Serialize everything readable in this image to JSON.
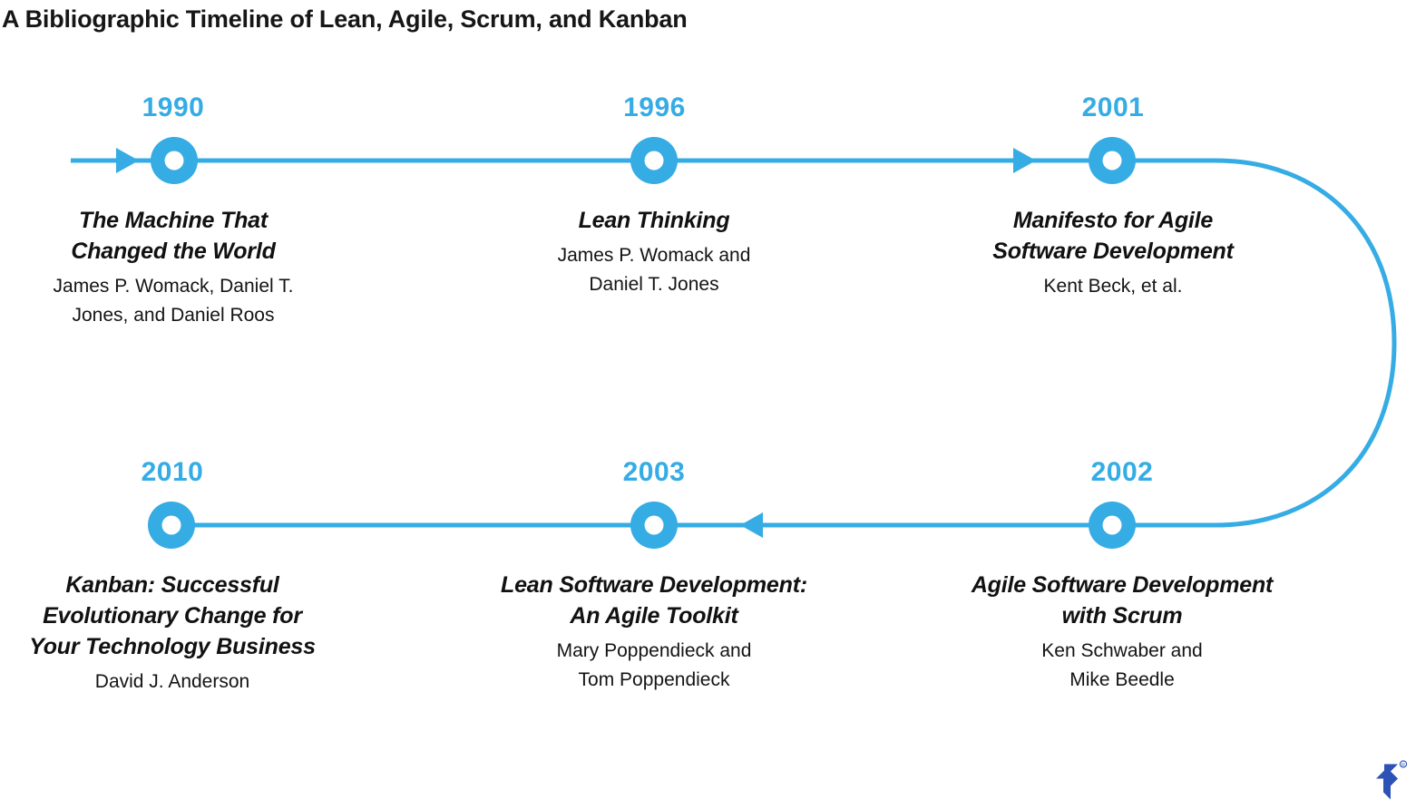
{
  "page": {
    "title": "A Bibliographic Timeline of Lean, Agile, Scrum, and Kanban",
    "background_color": "#ffffff",
    "accent_color": "#35ace4",
    "text_color": "#111111",
    "logo_color": "#2c52b5",
    "logo_name": "toptal-logo",
    "logo_trademark": "®"
  },
  "chart_data": {
    "type": "timeline",
    "title": "A Bibliographic Timeline of Lean, Agile, Scrum, and Kanban",
    "orientation": "serpentine-two-row",
    "accent_color": "#35ace4",
    "flow_order": [
      "1990",
      "1996",
      "2001",
      "2002",
      "2003",
      "2010"
    ],
    "rows": [
      {
        "row": "top",
        "direction": "left-to-right",
        "years": [
          "1990",
          "1996",
          "2001"
        ]
      },
      {
        "row": "bottom",
        "direction": "right-to-left",
        "years": [
          "2002",
          "2003",
          "2010"
        ]
      }
    ],
    "events": [
      {
        "year": "1990",
        "title": "The Machine That Changed the World",
        "authors": "James P. Womack, Daniel T. Jones, and Daniel Roos",
        "row": "top",
        "index": 0
      },
      {
        "year": "1996",
        "title": "Lean Thinking",
        "authors": "James P. Womack and Daniel T. Jones",
        "row": "top",
        "index": 1
      },
      {
        "year": "2001",
        "title": "Manifesto for Agile Software Development",
        "authors": "Kent Beck, et al.",
        "row": "top",
        "index": 2
      },
      {
        "year": "2002",
        "title": "Agile Software Development with Scrum",
        "authors": "Ken Schwaber and Mike Beedle",
        "row": "bottom",
        "index": 3
      },
      {
        "year": "2003",
        "title": "Lean Software Development: An Agile Toolkit",
        "authors": "Mary Poppendieck and Tom Poppendieck",
        "row": "bottom",
        "index": 4
      },
      {
        "year": "2010",
        "title": "Kanban: Successful Evolutionary Change for Your Technology Business",
        "authors": "David J. Anderson",
        "row": "bottom",
        "index": 5
      }
    ]
  },
  "nodes": [
    {
      "year": "1990",
      "title_line_1": "The Machine That",
      "title_line_2": "Changed the World",
      "authors_line_1": "James P. Womack, Daniel T.",
      "authors_line_2": "Jones, and Daniel Roos"
    },
    {
      "year": "1996",
      "title_line_1": "Lean Thinking",
      "title_line_2": "",
      "authors_line_1": "James P. Womack and",
      "authors_line_2": "Daniel T. Jones"
    },
    {
      "year": "2001",
      "title_line_1": "Manifesto for Agile",
      "title_line_2": "Software Development",
      "authors_line_1": "Kent Beck, et al.",
      "authors_line_2": ""
    },
    {
      "year": "2010",
      "title_line_1": "Kanban: Successful",
      "title_line_2": "Evolutionary Change for",
      "title_line_3": "Your Technology Business",
      "authors_line_1": "David J. Anderson",
      "authors_line_2": ""
    },
    {
      "year": "2003",
      "title_line_1": "Lean Software Development:",
      "title_line_2": "An Agile Toolkit",
      "authors_line_1": "Mary Poppendieck and",
      "authors_line_2": "Tom Poppendieck"
    },
    {
      "year": "2002",
      "title_line_1": "Agile Software Development",
      "title_line_2": "with Scrum",
      "authors_line_1": "Ken Schwaber and",
      "authors_line_2": "Mike Beedle"
    }
  ]
}
